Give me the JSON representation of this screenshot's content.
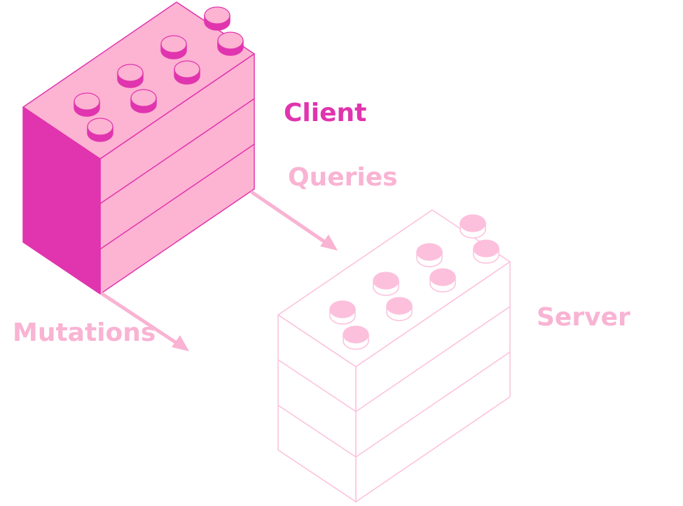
{
  "labels": {
    "client": "Client",
    "queries": "Queries",
    "mutations": "Mutations",
    "server": "Server"
  },
  "colors": {
    "client_label": "#e035ae",
    "secondary_label": "#f9b3d3",
    "client_top": "#fdb3d2",
    "client_front": "#fdb3d2",
    "client_side": "#e035ae",
    "client_edges": "#e035ae",
    "stud_top": "#fdb3d2",
    "stud_wall": "#e035ae",
    "server_outline": "#fcc0dc",
    "server_stud": "#fcc0dc",
    "arrow": "#f9b3d3"
  }
}
